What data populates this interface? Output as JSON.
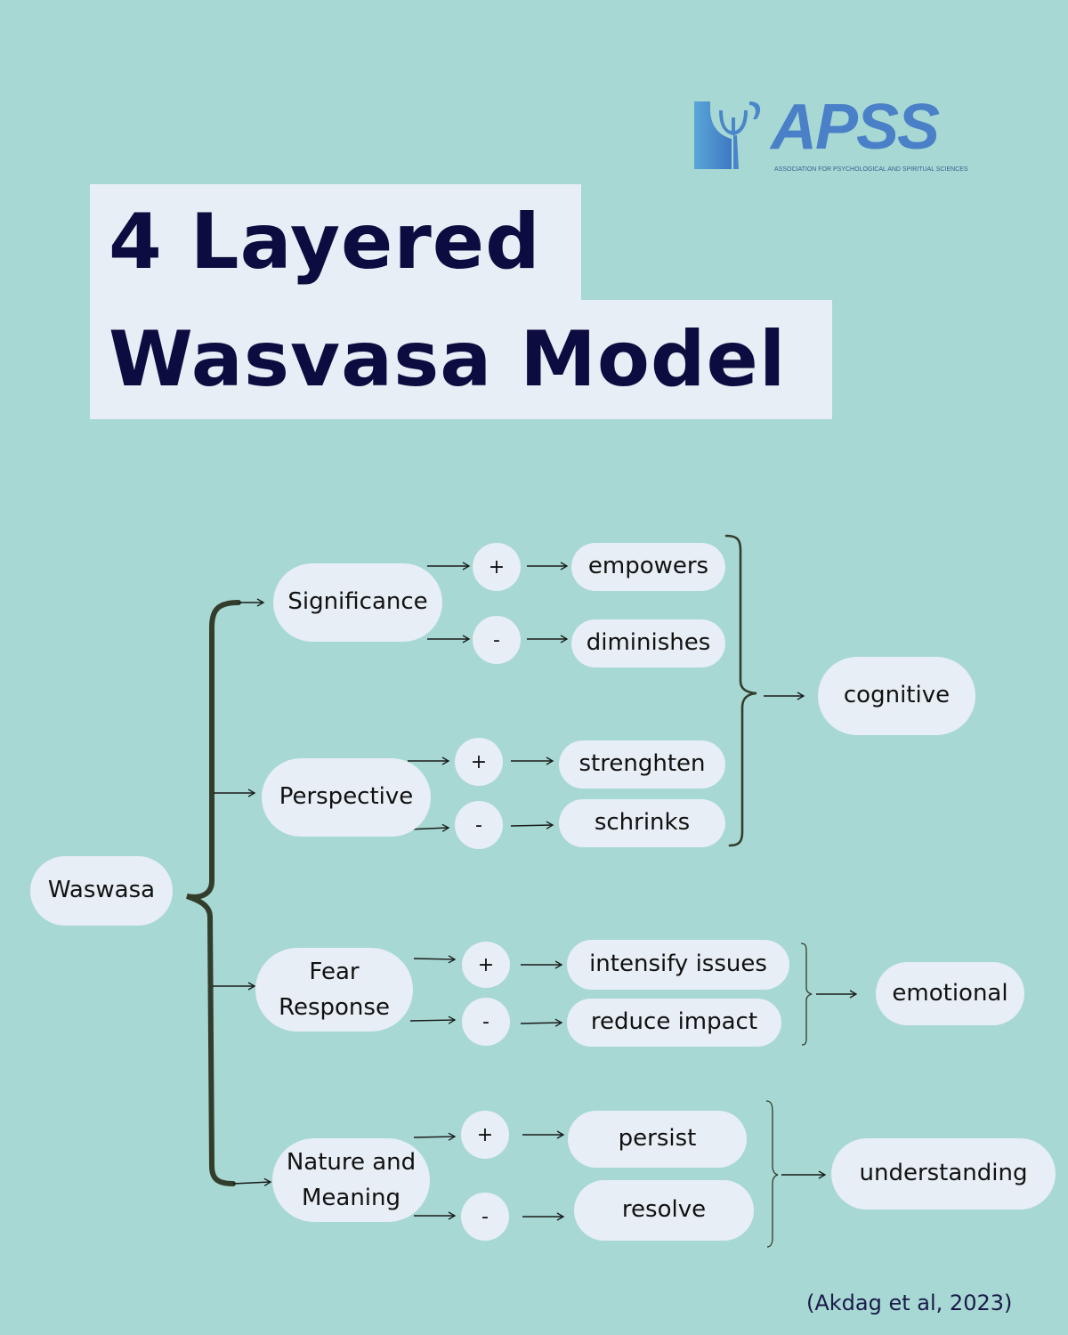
{
  "logo": {
    "name": "APSS",
    "subtitle": "ASSOCIATION FOR PSYCHOLOGICAL AND SPIRITUAL SCIENCES",
    "color": "#4a80c8"
  },
  "title": {
    "line1": "4 Layered",
    "line2": "Wasvasa Model",
    "color": "#0d0c40"
  },
  "diagram": {
    "root": "Waswasa",
    "branches": [
      {
        "label": "Significance",
        "positive_sign": "+",
        "positive_outcome": "empowers",
        "negative_sign": "-",
        "negative_outcome": "diminishes"
      },
      {
        "label": "Perspective",
        "positive_sign": "+",
        "positive_outcome": "strenghten",
        "negative_sign": "-",
        "negative_outcome": "schrinks"
      },
      {
        "label_line1": "Fear",
        "label_line2": "Response",
        "positive_sign": "+",
        "positive_outcome": "intensify issues",
        "negative_sign": "-",
        "negative_outcome": "reduce impact"
      },
      {
        "label_line1": "Nature and",
        "label_line2": "Meaning",
        "positive_sign": "+",
        "positive_outcome": "persist",
        "negative_sign": "-",
        "negative_outcome": "resolve"
      }
    ],
    "layers": [
      "cognitive",
      "emotional",
      "understanding"
    ]
  },
  "citation": "(Akdag et al, 2023)",
  "colors": {
    "background": "#a7d8d3",
    "node_fill": "#e7eef5",
    "brace": "#333d2c"
  }
}
